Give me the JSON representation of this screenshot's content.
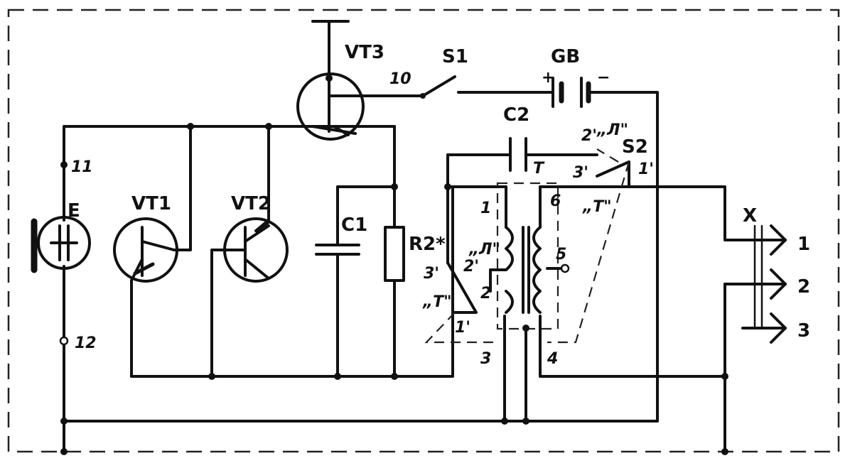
{
  "labels": {
    "vt3": "VT3",
    "s1": "S1",
    "gb": "GB",
    "c2": "C2",
    "s2": "S2",
    "vt1": "VT1",
    "vt2": "VT2",
    "c1": "C1",
    "r2": "R2*",
    "e": "E",
    "x": "X",
    "t_c2": "T",
    "gb_plus": "+",
    "gb_minus": "−"
  },
  "nodes": {
    "n10": "10",
    "n11": "11",
    "n12": "12",
    "n1": "1",
    "n6": "6",
    "n5": "5",
    "n2": "2",
    "n3": "3",
    "n4": "4"
  },
  "switch_contacts": {
    "s2_2p": "2'",
    "s2_L": "„Л\"",
    "s2_3p": "3'",
    "s2_1p": "1'",
    "s2_T": "„Т\"",
    "left_L": "„Л\"",
    "left_2p": "2'",
    "left_3p": "3'",
    "left_T": "„Т\"",
    "left_1p": "1'"
  },
  "outputs": [
    "1",
    "2",
    "3"
  ]
}
